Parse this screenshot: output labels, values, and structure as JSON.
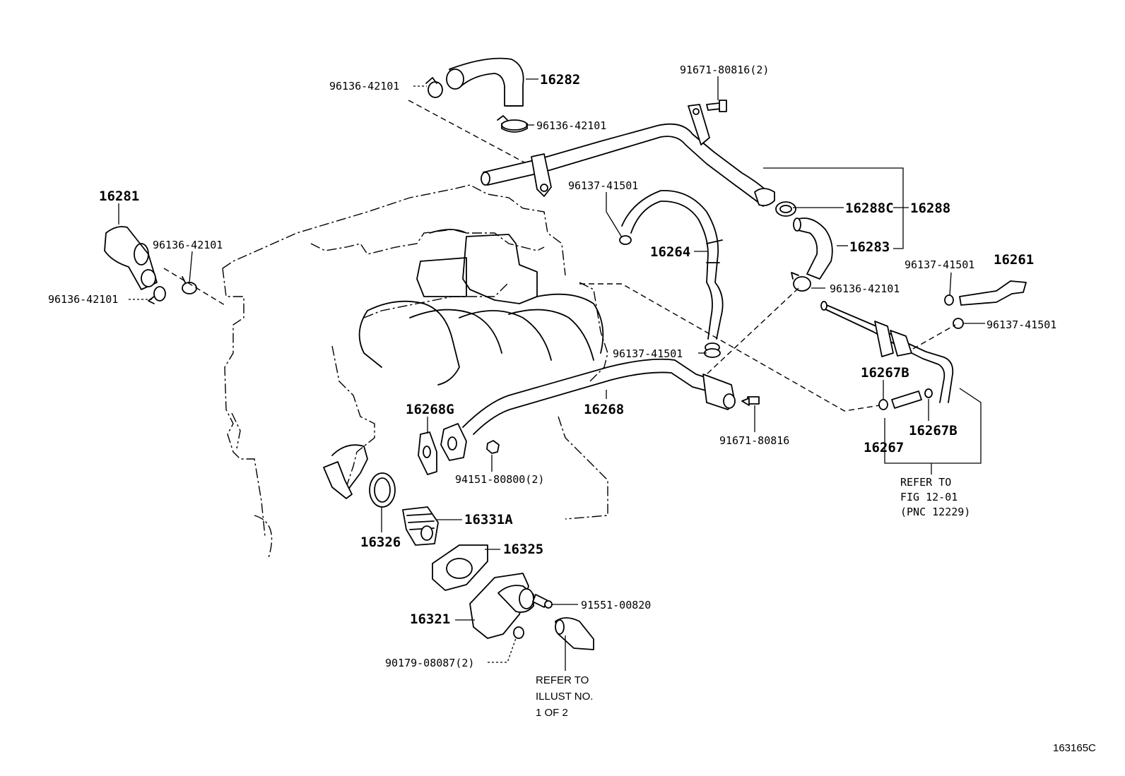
{
  "diagram_id": "163165C",
  "labels": {
    "p16282": "16282",
    "p96136_top_left": "96136-42101",
    "p96136_top_below": "96136-42101",
    "p91671_top": "91671-80816(2)",
    "p16281": "16281",
    "p96136_left_a": "96136-42101",
    "p96136_left_b": "96136-42101",
    "p96137_center": "96137-41501",
    "p16288C": "16288C",
    "p16288": "16288",
    "p16264": "16264",
    "p16283": "16283",
    "p96136_right": "96136-42101",
    "p96137_r1": "96137-41501",
    "p16261": "16261",
    "p96137_r2": "96137-41501",
    "p96137_mid": "96137-41501",
    "p16267B_a": "16267B",
    "p16268G": "16268G",
    "p16268": "16268",
    "p91671_mid": "91671-80816",
    "p16267B_b": "16267B",
    "p16267": "16267",
    "p94151": "94151-80800(2)",
    "p16331A": "16331A",
    "p16326": "16326",
    "p16325": "16325",
    "p91551": "91551-00820",
    "p16321": "16321",
    "p90179": "90179-08087(2)"
  },
  "notes": {
    "refer_fig": [
      "REFER TO",
      "FIG 12-01",
      "(PNC 12229)"
    ],
    "refer_illust": [
      "REFER TO",
      "ILLUST NO.",
      "1 OF 2"
    ]
  }
}
